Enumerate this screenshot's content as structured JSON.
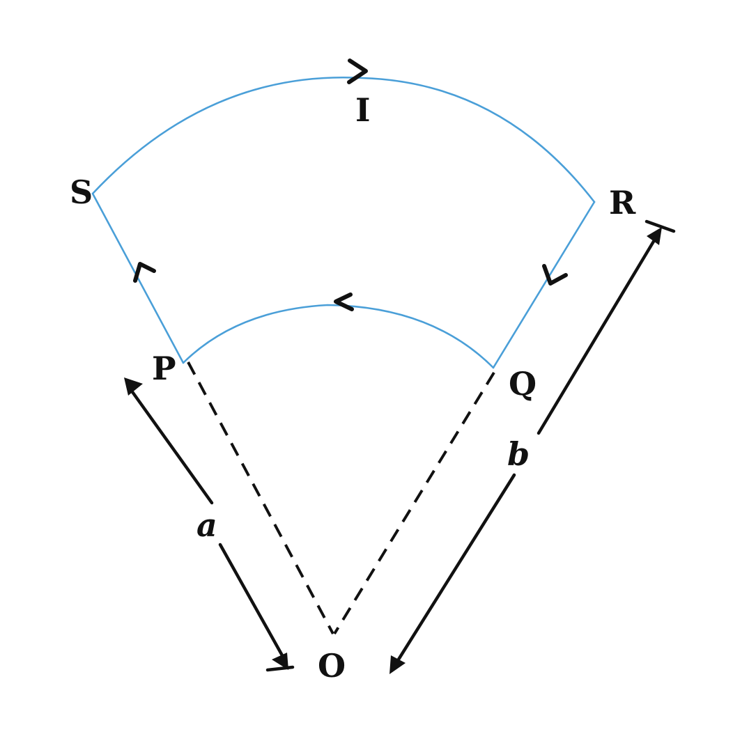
{
  "labels": {
    "current": "I",
    "corner_s": "S",
    "corner_r": "R",
    "corner_p": "P",
    "corner_q": "Q",
    "center_o": "O",
    "inner_radius": "a",
    "outer_radius": "b"
  },
  "colors": {
    "wire": "#4a9fd8",
    "ink": "#111111",
    "background": "#ffffff"
  }
}
